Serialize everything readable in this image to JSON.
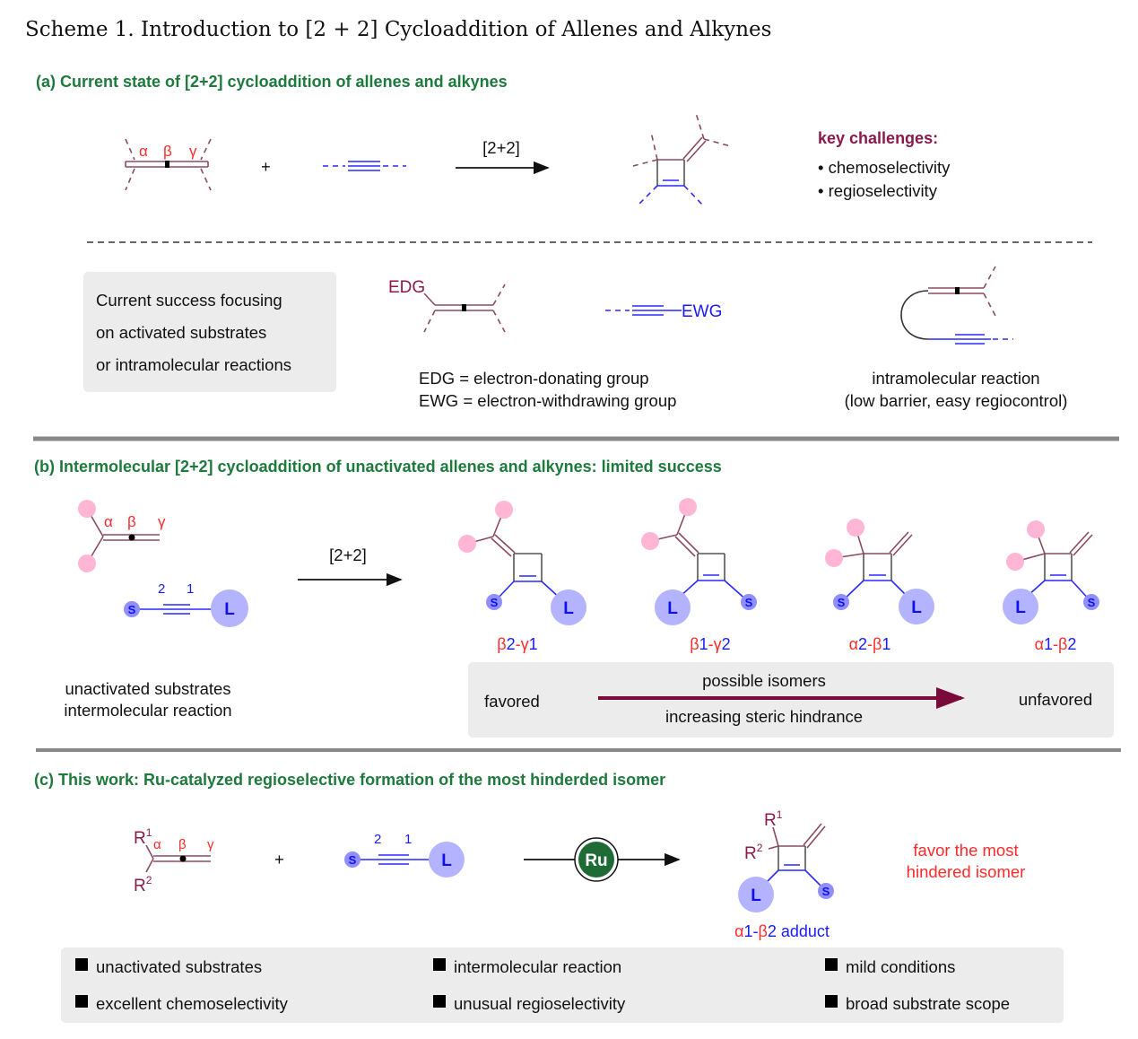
{
  "title": "Scheme 1. Introduction to [2 + 2] Cycloaddition of Allenes and Alkynes",
  "colors": {
    "heading": "#1e7a3c",
    "allene": "#8b4a62",
    "alkyne": "#2a2aff",
    "accent_red": "#ff2a2a",
    "ru": "#1f6b35",
    "arrow_purple": "#7a0a3a"
  },
  "section_a": {
    "heading": "(a) Current state of [2+2] cycloaddition of allenes and alkynes",
    "greek": {
      "alpha": "α",
      "beta": "β",
      "gamma": "γ"
    },
    "plus": "+",
    "arrow_label": "[2+2]",
    "challenges_title": "key challenges:",
    "challenges": [
      "• chemoselectivity",
      "• regioselectivity"
    ],
    "box_lines": [
      "Current success focusing",
      "on activated substrates",
      "or intramolecular reactions"
    ],
    "edg_label": "EDG",
    "ewg_label": "EWG",
    "definitions": [
      "EDG = electron-donating group",
      "EWG = electron-withdrawing group"
    ],
    "intramolecular": [
      "intramolecular reaction",
      "(low barrier, easy regiocontrol)"
    ]
  },
  "section_b": {
    "heading": "(b) Intermolecular [2+2] cycloaddition of unactivated allenes and alkynes: limited success",
    "greek": {
      "alpha": "α",
      "beta": "β",
      "gamma": "γ"
    },
    "alkyne_numbers": {
      "two": "2",
      "one": "1"
    },
    "S": "S",
    "L": "L",
    "arrow_label": "[2+2]",
    "products": [
      {
        "parts": [
          "β",
          "2",
          "-γ",
          "1"
        ]
      },
      {
        "parts": [
          "β",
          "1",
          "-γ",
          "2"
        ]
      },
      {
        "parts": [
          "α",
          "2",
          "-β",
          "1"
        ]
      },
      {
        "parts": [
          "α",
          "1",
          "-β",
          "2"
        ]
      }
    ],
    "substrate_lines": [
      "unactivated substrates",
      "intermolecular reaction"
    ],
    "favored": "favored",
    "unfavored": "unfavored",
    "possible_isomers": "possible isomers",
    "steric": "increasing steric hindrance"
  },
  "section_c": {
    "heading": "(c) This work: Ru-catalyzed regioselective formation of the most hinderded isomer",
    "R": "R",
    "sup1": "1",
    "sup2": "2",
    "greek": {
      "alpha": "α",
      "beta": "β",
      "gamma": "γ"
    },
    "plus": "+",
    "alkyne_numbers": {
      "two": "2",
      "one": "1"
    },
    "S": "S",
    "L": "L",
    "catalyst": "Ru",
    "adduct_parts": [
      "α",
      "1-",
      "β",
      "2 adduct"
    ],
    "favor_lines": [
      "favor the most",
      "hindered isomer"
    ],
    "features": [
      "unactivated substrates",
      "intermolecular reaction",
      "mild conditions",
      "excellent chemoselectivity",
      "unusual regioselectivity",
      "broad substrate scope"
    ]
  }
}
